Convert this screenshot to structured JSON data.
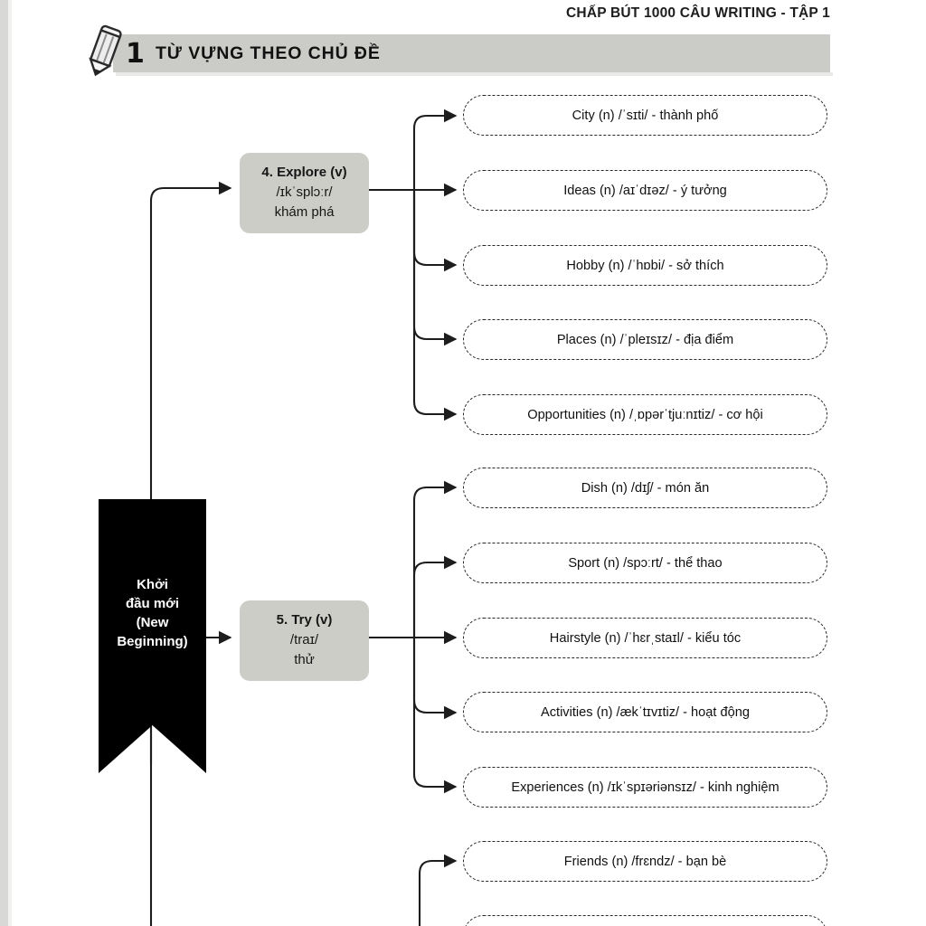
{
  "header": {
    "book_title": "CHẤP BÚT 1000 CÂU WRITING - TẬP 1",
    "section_number": "1",
    "section_title": "TỪ VỰNG THEO CHỦ ĐỀ",
    "pencil_icon": "pencil-icon"
  },
  "center": {
    "label_line1": "Khởi",
    "label_line2": "đầu mới",
    "label_line3": "(New",
    "label_line4": "Beginning)",
    "shape": "ribbon-banner",
    "background": "#000000",
    "text_color": "#ffffff"
  },
  "colors": {
    "node_fill": "#cdcdc8",
    "header_bar": "#cbccc7",
    "line": "#1d1d1d",
    "pill_border": "#2a2a2a"
  },
  "branches": [
    {
      "node": {
        "word": "4. Explore (v)",
        "ipa": "/ɪkˈsplɔːr/",
        "vi": "khám phá"
      },
      "items": [
        {
          "word": "City (n)",
          "rest": "/ˈsɪti/ - thành phố"
        },
        {
          "word": "Ideas (n)",
          "rest": "/aɪˈdɪəz/ - ý tưởng"
        },
        {
          "word": "Hobby (n)",
          "rest": "/ˈhɒbi/ - sở thích"
        },
        {
          "word": "Places (n)",
          "rest": "/ˈpleɪsɪz/ - địa điểm"
        },
        {
          "word": "Opportunities (n)",
          "rest": "/ˌɒpərˈtjuːnɪtiz/ - cơ hội"
        }
      ]
    },
    {
      "node": {
        "word": "5. Try (v)",
        "ipa": "/traɪ/",
        "vi": "thử"
      },
      "items": [
        {
          "word": "Dish (n)",
          "rest": "/dɪʃ/ - món ăn"
        },
        {
          "word": "Sport (n)",
          "rest": "/spɔːrt/ - thể thao"
        },
        {
          "word": "Hairstyle (n)",
          "rest": "/ˈhɛrˌstaɪl/ - kiểu tóc"
        },
        {
          "word": "Activities (n)",
          "rest": "/ækˈtɪvɪtiz/ - hoạt động"
        },
        {
          "word": "Experiences (n)",
          "rest": "/ɪkˈspɪəriənsɪz/ - kinh nghiệm"
        }
      ]
    },
    {
      "node": null,
      "items": [
        {
          "word": "Friends (n)",
          "rest": "/frɛndz/ - bạn bè"
        }
      ]
    }
  ]
}
